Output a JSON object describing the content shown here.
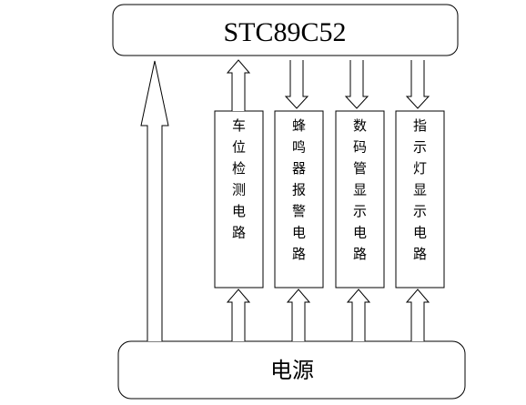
{
  "mcu": {
    "label": "STC89C52"
  },
  "power": {
    "label": "电源"
  },
  "modules": [
    {
      "id": "car-detect",
      "label": "车位检测电路",
      "direction": "up"
    },
    {
      "id": "buzzer-alarm",
      "label": "蜂鸣器报警电路",
      "direction": "down"
    },
    {
      "id": "seven-seg-display",
      "label": "数码管显示电路",
      "direction": "down"
    },
    {
      "id": "led-indicator",
      "label": "指示灯显示电路",
      "direction": "down"
    }
  ]
}
